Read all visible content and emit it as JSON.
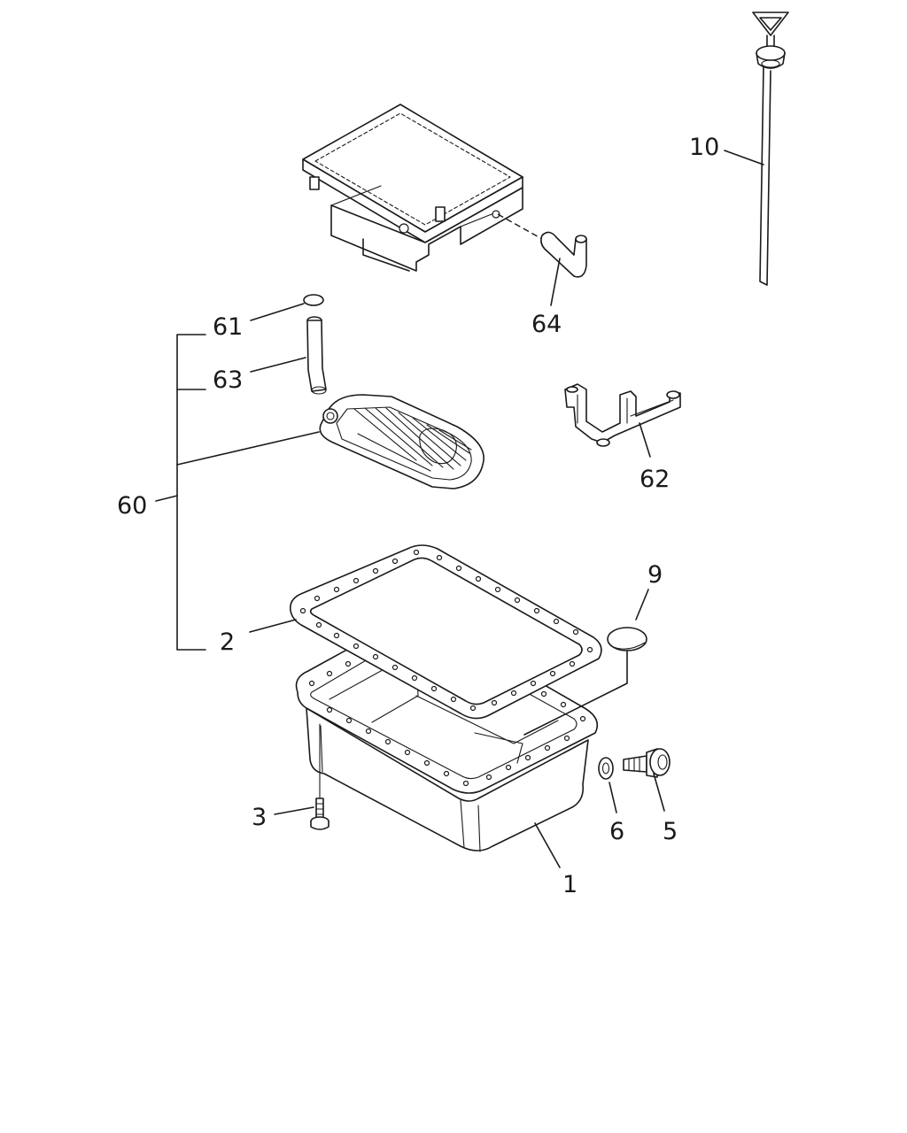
{
  "diagram": {
    "labels": {
      "p1": "1",
      "p2": "2",
      "p3": "3",
      "p5": "5",
      "p6": "6",
      "p9": "9",
      "p10": "10",
      "p60": "60",
      "p61": "61",
      "p62": "62",
      "p63": "63",
      "p64": "64"
    },
    "colors": {
      "line": "#1a1a1a",
      "background": "#ffffff"
    }
  }
}
